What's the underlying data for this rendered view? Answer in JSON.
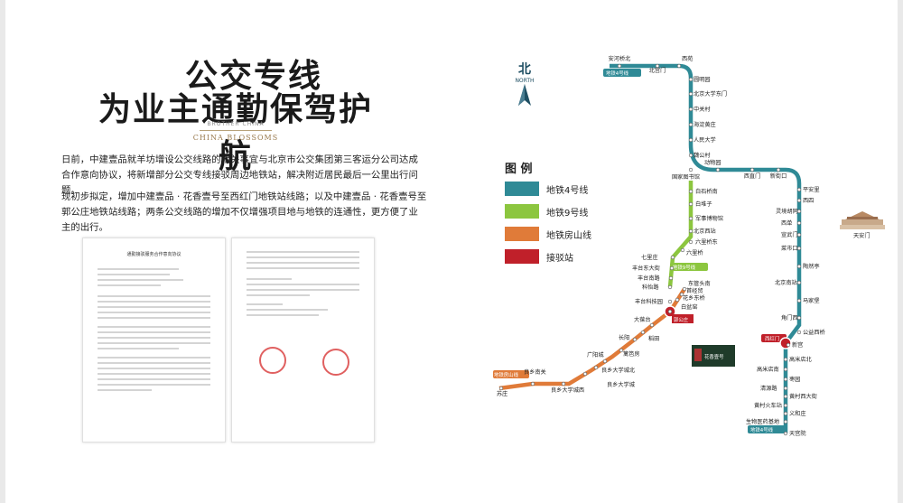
{
  "title": {
    "line1": "公交专线",
    "line2": "为业主通勤保驾护航"
  },
  "brand": {
    "small_text": "BROTHER CHINA",
    "name": "CHINA BLOSSOMS"
  },
  "paragraphs": [
    "日前，中建壹品就羊坊增设公交线路的相关事宜与北京市公交集团第三客运分公司达成合作意向协议，将新增部分公交专线接驳周边地铁站，解决附近居民最后一公里出行问题。",
    "现初步拟定，增加中建壹品 · 花香壹号至西红门地铁站线路；以及中建壹品 · 花香壹号至郭公庄地铁站线路；两条公交线路的增加不仅增强项目地与地铁的连通性，更方便了业主的出行。"
  ],
  "documents": {
    "doc1_title": "通勤接驳服务合作意向协议"
  },
  "map": {
    "north_cn": "北",
    "north_en": "NORTH",
    "legend_title": "图 例",
    "legend": [
      {
        "label": "地铁4号线",
        "color": "#2f8a96"
      },
      {
        "label": "地铁9号线",
        "color": "#8cc63f"
      },
      {
        "label": "地铁房山线",
        "color": "#e07b39"
      },
      {
        "label": "接驳站",
        "color": "#c0202a"
      }
    ],
    "tags": {
      "line4_top": "地铁4号线",
      "line4_bottom": "地铁4号线",
      "line9": "地铁9号线",
      "fangshan": "地铁房山线",
      "xihongmen": "西红门",
      "brand_tag": "花香壹号"
    },
    "transfer_stations": {
      "guogongzhuang": "郭公庄",
      "xihongmen": "西红门"
    },
    "landmark": "天安门",
    "stations_line4": [
      "安河桥北",
      "北宫门",
      "西苑",
      "圆明园",
      "北京大学东门",
      "中关村",
      "海淀黄庄",
      "人民大学",
      "魏公村",
      "国家图书馆",
      "动物园",
      "西直门",
      "新街口",
      "平安里",
      "西四",
      "灵境胡同",
      "西单",
      "宣武门",
      "菜市口",
      "陶然亭",
      "北京南站",
      "马家堡",
      "角门西",
      "公益西桥",
      "新宫",
      "高米店北",
      "高米店南",
      "枣园",
      "清源路",
      "黄村西大街",
      "黄村火车站",
      "义和庄",
      "生物医药基地",
      "天宫院"
    ],
    "stations_line9": [
      "白石桥南",
      "白堆子",
      "军事博物馆",
      "北京西站",
      "六里桥东",
      "六里桥",
      "七里庄",
      "丰台东大街",
      "丰台南路",
      "科怡路",
      "丰台科技园"
    ],
    "stations_fangshan": [
      "东管头南",
      "首经贸",
      "花乡东桥",
      "白盆窑",
      "大葆台",
      "稻田",
      "长阳",
      "篱笆房",
      "广阳城",
      "良乡大学城北",
      "良乡大学城",
      "良乡大学城西",
      "良乡南关",
      "苏庄"
    ]
  }
}
